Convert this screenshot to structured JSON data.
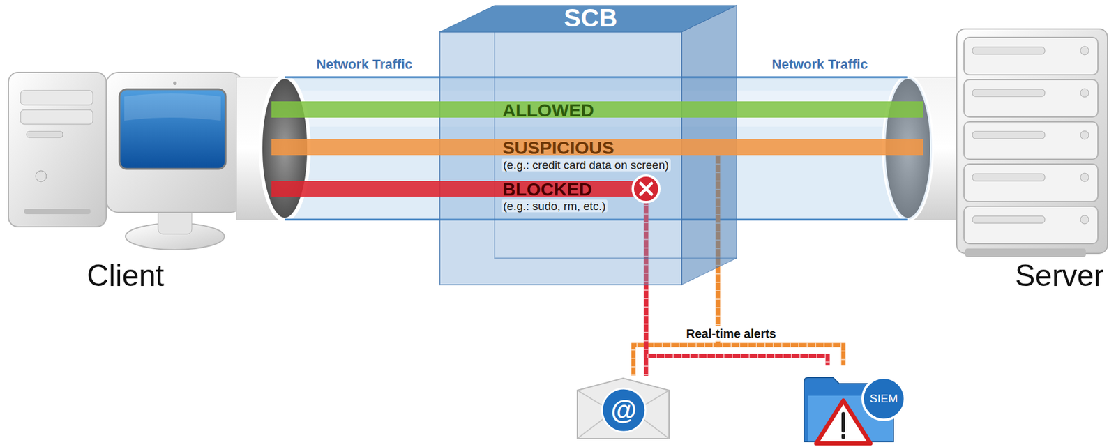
{
  "diagram": {
    "nodes": [
      {
        "text": [
          "Client"
        ]
      },
      {
        "text": [
          "SCB"
        ]
      },
      {
        "text": [
          "ALLOWED"
        ]
      },
      {
        "text": [
          "SUSPICIOUS",
          "(e.g.: credit card data on screen)"
        ]
      },
      {
        "text": [
          "BLOCKED",
          "(e.g.: sudo, rm, etc.)"
        ]
      },
      {
        "text": [
          "Server"
        ]
      },
      {
        "text": [
          "@"
        ]
      },
      {
        "text": [
          "SIEM"
        ]
      }
    ],
    "edges": [
      {
        "from": 3,
        "to": 6,
        "arrow": "none"
      },
      {
        "from": 3,
        "to": 7,
        "arrow": "none"
      },
      {
        "from": 4,
        "to": 6,
        "arrow": "none"
      },
      {
        "from": 4,
        "to": 7,
        "arrow": "none"
      }
    ],
    "labels": [
      "Network Traffic",
      "Network Traffic",
      "Real-time alerts"
    ]
  }
}
